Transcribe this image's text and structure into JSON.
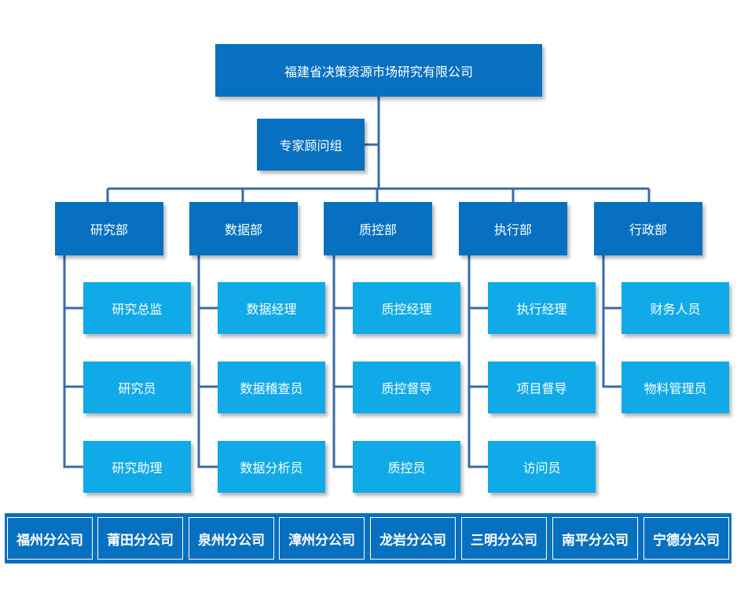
{
  "org": {
    "root": "福建省决策资源市场研究有限公司",
    "expert": "专家顾问组",
    "departments": [
      {
        "name": "研究部",
        "roles": [
          "研究总监",
          "研究员",
          "研究助理"
        ]
      },
      {
        "name": "数据部",
        "roles": [
          "数据经理",
          "数据稽查员",
          "数据分析员"
        ]
      },
      {
        "name": "质控部",
        "roles": [
          "质控经理",
          "质控督导",
          "质控员"
        ]
      },
      {
        "name": "执行部",
        "roles": [
          "执行经理",
          "项目督导",
          "访问员"
        ]
      },
      {
        "name": "行政部",
        "roles": [
          "财务人员",
          "物料管理员"
        ]
      }
    ],
    "branches": [
      "福州分公司",
      "莆田分公司",
      "泉州分公司",
      "漳州分公司",
      "龙岩分公司",
      "三明分公司",
      "南平分公司",
      "宁德分公司"
    ]
  },
  "colors": {
    "dark_box": "#0870c0",
    "light_box": "#10aae8",
    "connector": "#3a6aa8"
  }
}
